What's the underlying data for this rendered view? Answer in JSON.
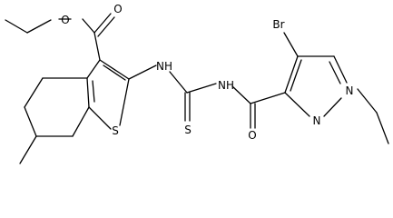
{
  "atoms": {
    "ester_o_alkyl": "O",
    "ester_o_carbonyl": "O",
    "sulfur_ring": "S",
    "nh_left": "NH",
    "sulfur_thioxo": "S",
    "nh_right": "NH",
    "amide_o": "O",
    "bromine": "Br",
    "pyrazole_n1": "N",
    "pyrazole_n2": "N"
  },
  "colors": {
    "bond": "#000000",
    "label": "#000000",
    "background": "#ffffff"
  }
}
